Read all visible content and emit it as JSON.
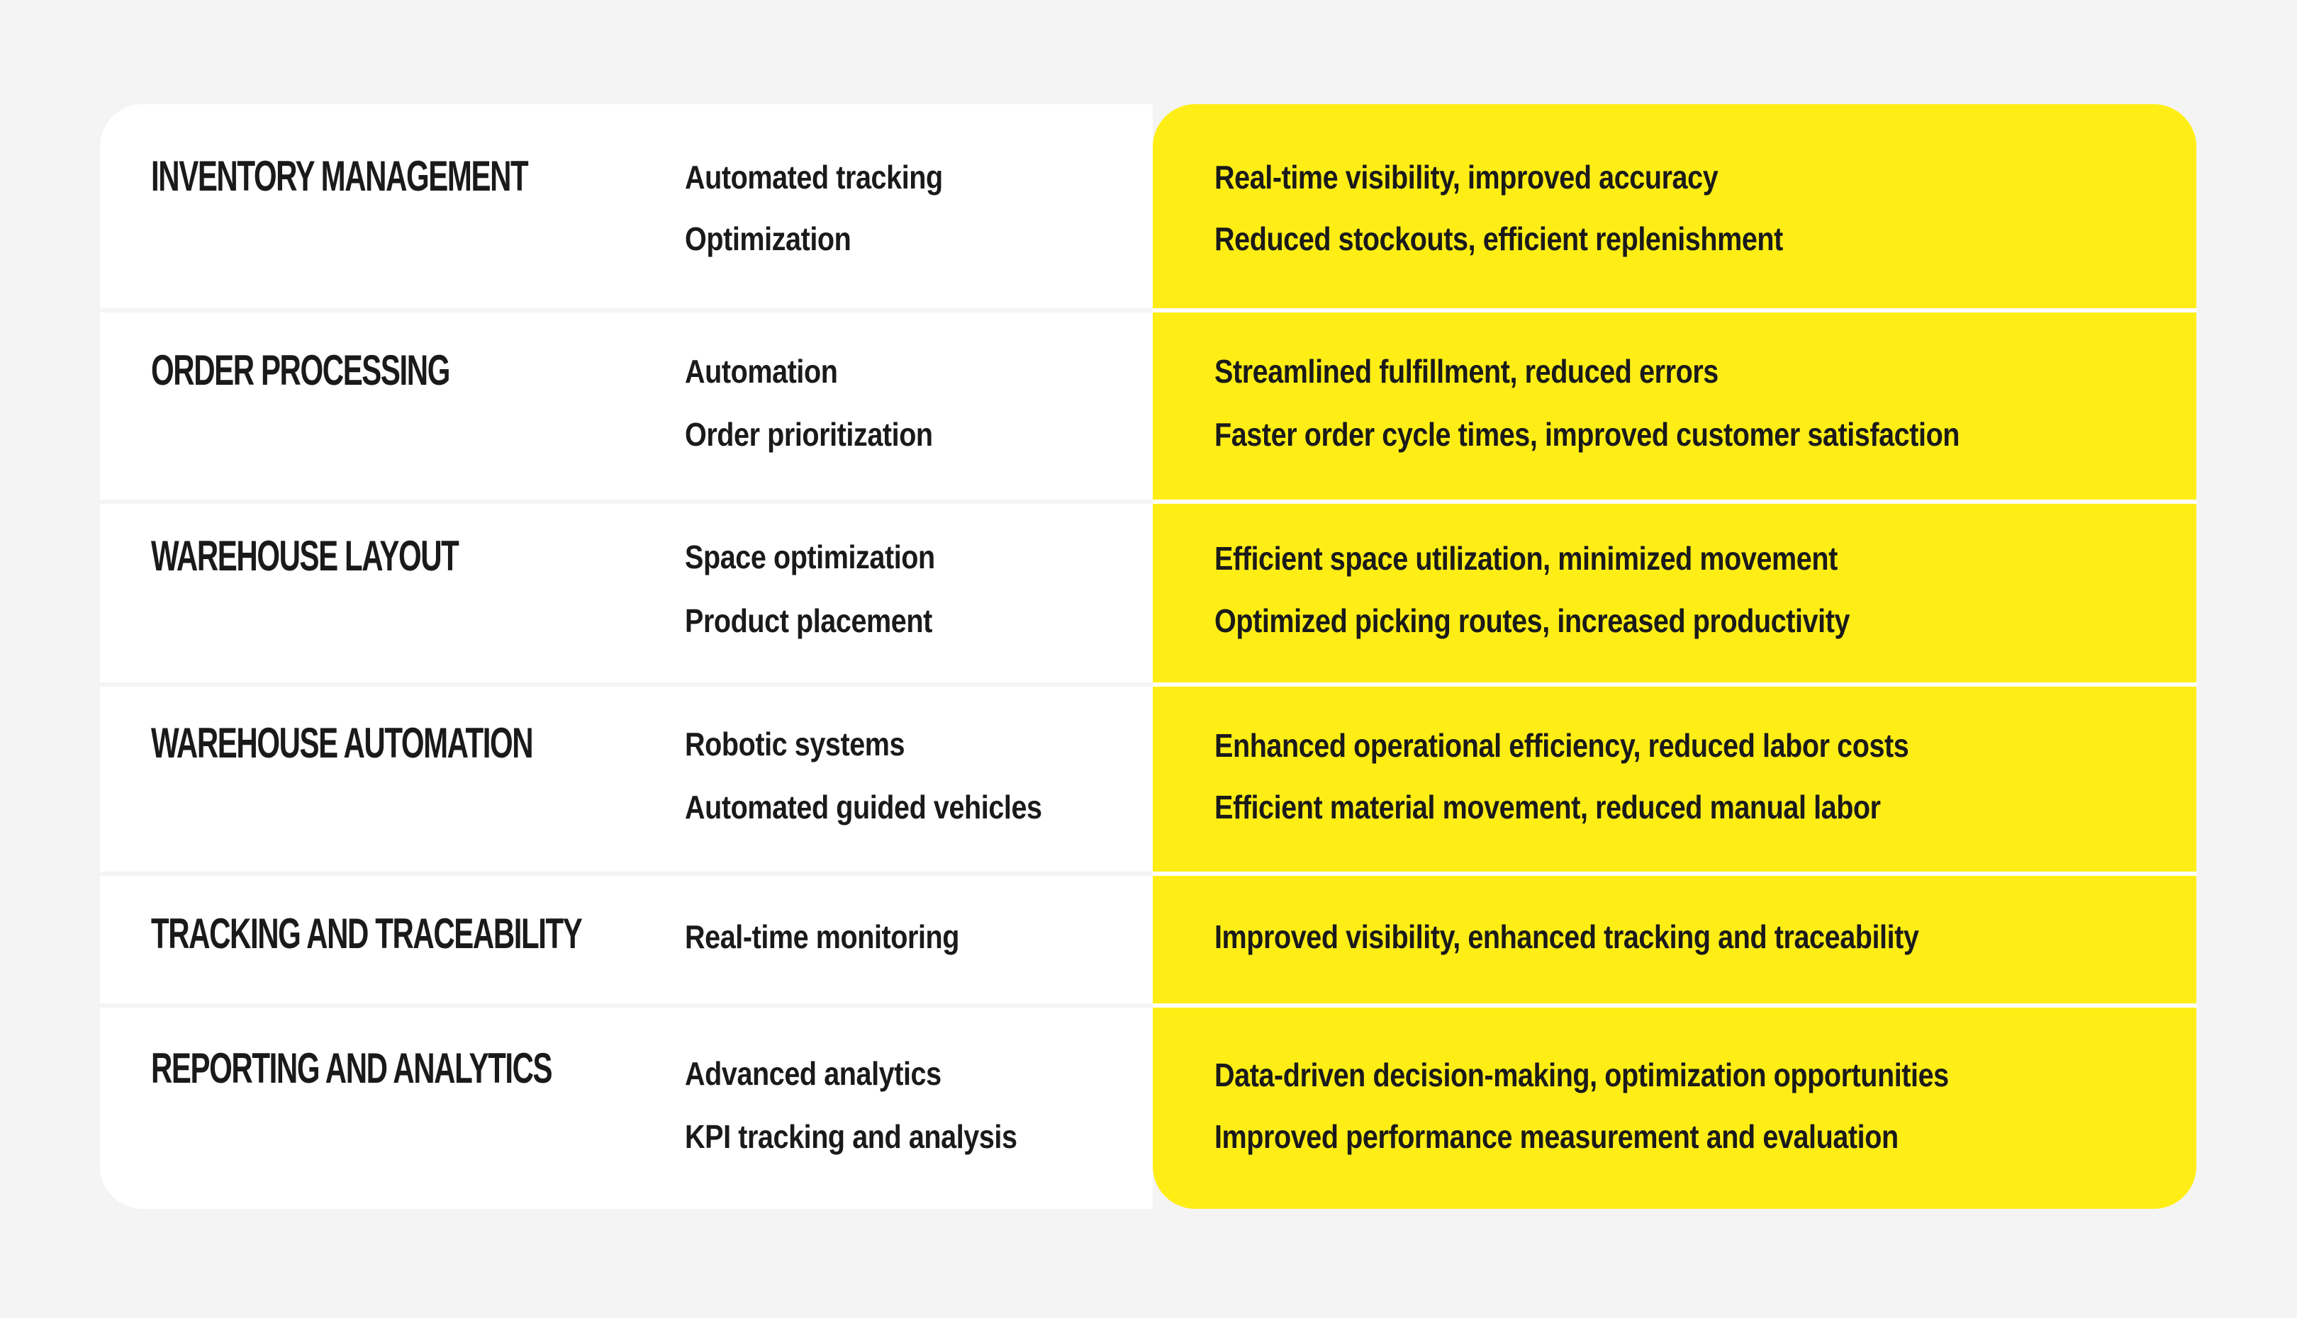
{
  "colors": {
    "background": "#f4f4f4",
    "card": "#ffffff",
    "highlight": "#ffee16",
    "text": "#1a1a1a"
  },
  "rows": [
    {
      "category": "INVENTORY MANAGEMENT",
      "features": [
        "Automated tracking",
        "Optimization"
      ],
      "benefits": [
        "Real-time visibility, improved accuracy",
        "Reduced stockouts, efficient replenishment"
      ]
    },
    {
      "category": "ORDER PROCESSING",
      "features": [
        "Automation",
        "Order prioritization"
      ],
      "benefits": [
        "Streamlined fulfillment, reduced errors",
        "Faster order cycle times, improved customer satisfaction"
      ]
    },
    {
      "category": "WAREHOUSE LAYOUT",
      "features": [
        "Space optimization",
        "Product placement"
      ],
      "benefits": [
        "Efficient space utilization, minimized movement",
        "Optimized picking routes, increased productivity"
      ]
    },
    {
      "category": "WAREHOUSE AUTOMATION",
      "features": [
        "Robotic systems",
        "Automated guided vehicles"
      ],
      "benefits": [
        "Enhanced operational efficiency, reduced labor costs",
        "Efficient material movement, reduced manual labor"
      ]
    },
    {
      "category": "TRACKING AND TRACEABILITY",
      "features": [
        "Real-time monitoring"
      ],
      "benefits": [
        "Improved visibility, enhanced tracking and traceability"
      ]
    },
    {
      "category": "REPORTING AND ANALYTICS",
      "features": [
        "Advanced analytics",
        "KPI tracking and analysis"
      ],
      "benefits": [
        "Data-driven decision-making, optimization opportunities",
        "Improved performance measurement and evaluation"
      ]
    }
  ]
}
